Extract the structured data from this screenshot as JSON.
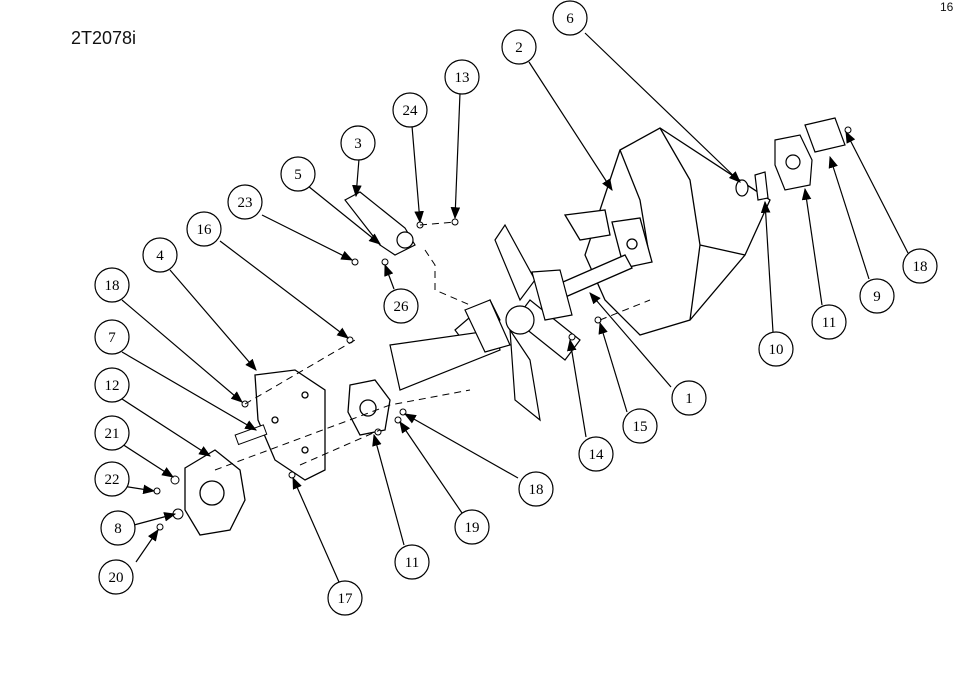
{
  "header": {
    "model": "2T2078i",
    "page_number": "16"
  },
  "callouts": [
    "6",
    "2",
    "13",
    "24",
    "3",
    "5",
    "23",
    "16",
    "4",
    "18",
    "26",
    "18",
    "7",
    "12",
    "21",
    "22",
    "8",
    "20",
    "17",
    "11",
    "19",
    "18",
    "14",
    "15",
    "1",
    "10",
    "11",
    "9"
  ]
}
